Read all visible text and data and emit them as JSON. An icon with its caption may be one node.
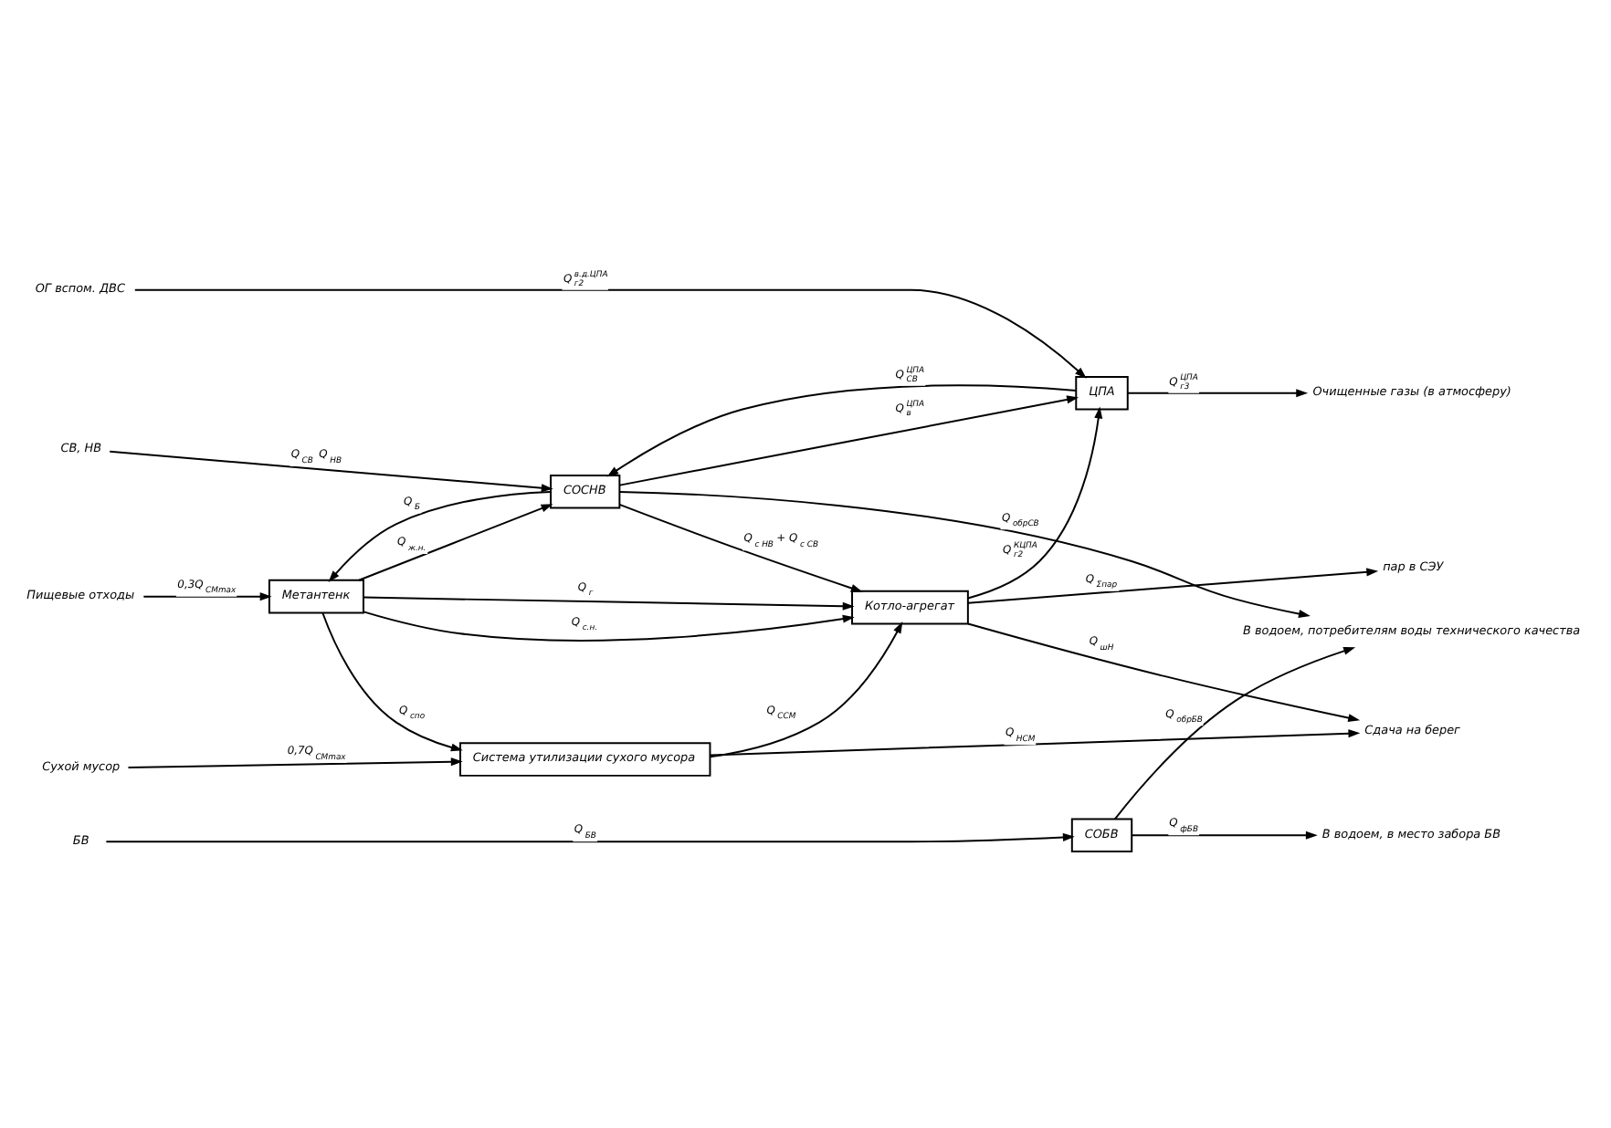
{
  "diagram": {
    "nodes": [
      {
        "text": [
          "Пищевые отходы"
        ]
      },
      {
        "text": [
          "СВ, НВ"
        ]
      },
      {
        "text": [
          "Сухой мусор"
        ]
      },
      {
        "text": [
          "БВ"
        ]
      },
      {
        "text": [
          "СОСНВ"
        ]
      },
      {
        "text": [
          "Метантенк"
        ]
      },
      {
        "text": [
          "Котло-агрегат"
        ]
      },
      {
        "text": [
          "ЦПА"
        ]
      },
      {
        "text": [
          "ОГ вспом. ДВС"
        ]
      },
      {
        "text": [
          "Очищенные газы (в атмосферу)"
        ]
      },
      {
        "text": [
          "пар в СЭУ"
        ]
      },
      {
        "text": [
          "Система утилизации сухого мусора"
        ]
      },
      {
        "text": [
          "СОБВ"
        ]
      },
      {
        "text": [
          "В водоем, в место забора БВ"
        ]
      },
      {
        "text": [
          "В водоем, потребителям воды технического качества"
        ]
      },
      {
        "text": [
          "Сдача на берег"
        ]
      }
    ],
    "edges": [
      {
        "from": 0,
        "to": 5,
        "arrow": "to",
        "label": "0,3Q$_{СМmax}$"
      },
      {
        "from": 1,
        "to": 4,
        "arrow": "to",
        "label": "Q$_{СВ}$ Q$_{НВ}$"
      },
      {
        "from": 7,
        "to": 4,
        "arrow": "to",
        "label": "Q$^{ЦПА}$$_{СВ}$"
      },
      {
        "from": 4,
        "to": 7,
        "arrow": "to",
        "label": "Q$^{ЦПА}$$_{в}$"
      },
      {
        "from": 5,
        "to": 4,
        "arrow": "to",
        "label": "Q$_{ж.н.}$"
      },
      {
        "from": 4,
        "to": 5,
        "arrow": "to",
        "label": "Q$_{Б}$"
      },
      {
        "from": 5,
        "to": 6,
        "arrow": "to",
        "label": "Q$_{г}$"
      },
      {
        "from": 8,
        "to": 7,
        "arrow": "to",
        "label": "Q$^{в.д.ЦПА}$$_{г2}$"
      },
      {
        "from": 7,
        "to": 9,
        "arrow": "to",
        "label": "Q$^{ЦПА}$$_{г3}$"
      },
      {
        "from": 6,
        "to": 7,
        "arrow": "to",
        "label": "Q$^{КЦПА}$$_{г2}$"
      },
      {
        "from": 6,
        "to": 10,
        "arrow": "to",
        "label": "Q$_{Σпар}$"
      },
      {
        "from": 5,
        "to": 6,
        "arrow": "to",
        "label": "Q$_{с.н.}$"
      },
      {
        "from": 4,
        "to": 6,
        "arrow": "to",
        "label": "Q$_{с НВ}$+ Q$_{с СВ}$"
      },
      {
        "from": 5,
        "to": 11,
        "arrow": "to",
        "label": "Q$_{спо}$"
      },
      {
        "from": 2,
        "to": 11,
        "arrow": "to",
        "label": "0,7Q$_{СМmax}$"
      },
      {
        "from": 11,
        "to": 6,
        "arrow": "to",
        "label": "Q$_{ССМ}$"
      },
      {
        "from": 3,
        "to": 12,
        "arrow": "to",
        "label": "Q$_{БВ}$"
      },
      {
        "from": 12,
        "to": 13,
        "arrow": "to",
        "label": "Q$_{фБВ}$"
      },
      {
        "from": 12,
        "to": 14,
        "arrow": "to",
        "label": "Q$_{обрБВ}$"
      },
      {
        "from": 4,
        "to": 14,
        "arrow": "to",
        "label": "Q$_{обрСВ}$"
      },
      {
        "from": 11,
        "to": 15,
        "arrow": "to",
        "label": "Q$_{НСМ}$"
      },
      {
        "from": 6,
        "to": 15,
        "arrow": "to",
        "label": "Q$_{шН}$"
      }
    ]
  }
}
